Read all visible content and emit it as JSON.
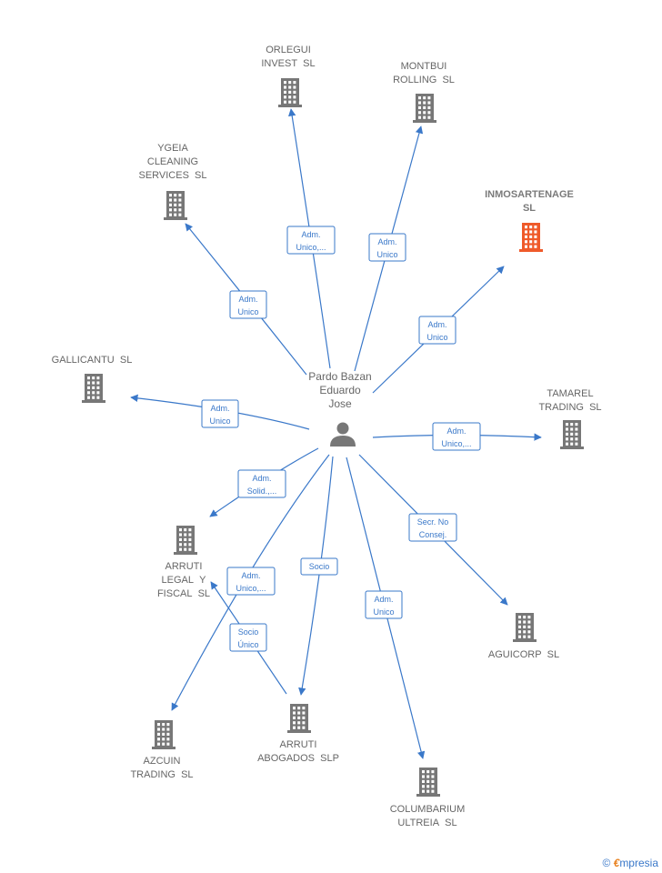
{
  "center": {
    "name_lines": [
      "Pardo Bazan",
      "Eduardo",
      "Jose"
    ]
  },
  "colors": {
    "edge": "#3a78c9",
    "building": "#777777",
    "highlight": "#ef5a2a"
  },
  "companies": [
    {
      "id": "orlegui",
      "lines": [
        "ORLEGUI",
        "INVEST SL"
      ],
      "highlight": false
    },
    {
      "id": "montbui",
      "lines": [
        "MONTBUI",
        "ROLLING SL"
      ],
      "highlight": false
    },
    {
      "id": "ygeia",
      "lines": [
        "YGEIA",
        "CLEANING",
        "SERVICES SL"
      ],
      "highlight": false
    },
    {
      "id": "inmosartenage",
      "lines": [
        "INMOSARTENAGE",
        "SL"
      ],
      "highlight": true
    },
    {
      "id": "gallicantu",
      "lines": [
        "GALLICANTU SL"
      ],
      "highlight": false
    },
    {
      "id": "tamarel",
      "lines": [
        "TAMAREL",
        "TRADING SL"
      ],
      "highlight": false
    },
    {
      "id": "arruti-legal",
      "lines": [
        "ARRUTI",
        "LEGAL Y",
        "FISCAL SL"
      ],
      "highlight": false
    },
    {
      "id": "aguicorp",
      "lines": [
        "AGUICORP SL"
      ],
      "highlight": false
    },
    {
      "id": "azcuin",
      "lines": [
        "AZCUIN",
        "TRADING SL"
      ],
      "highlight": false
    },
    {
      "id": "arruti-abogados",
      "lines": [
        "ARRUTI",
        "ABOGADOS SLP"
      ],
      "highlight": false
    },
    {
      "id": "columbarium",
      "lines": [
        "COLUMBARIUM",
        "ULTREIA SL"
      ],
      "highlight": false
    }
  ],
  "edges": [
    {
      "to": "orlegui",
      "label": [
        "Adm.",
        "Unico,..."
      ]
    },
    {
      "to": "montbui",
      "label": [
        "Adm.",
        "Unico"
      ]
    },
    {
      "to": "ygeia",
      "label": [
        "Adm.",
        "Unico"
      ]
    },
    {
      "to": "inmosartenage",
      "label": [
        "Adm.",
        "Unico"
      ]
    },
    {
      "to": "gallicantu",
      "label": [
        "Adm.",
        "Unico"
      ]
    },
    {
      "to": "tamarel",
      "label": [
        "Adm.",
        "Unico,..."
      ]
    },
    {
      "to": "arruti-legal",
      "label": [
        "Adm.",
        "Solid.,..."
      ]
    },
    {
      "to": "aguicorp",
      "label": [
        "Secr. No",
        "Consej."
      ]
    },
    {
      "to": "azcuin",
      "label": [
        "Adm.",
        "Unico,..."
      ]
    },
    {
      "to": "arruti-abogados",
      "label": [
        "Socio"
      ]
    },
    {
      "to": "columbarium",
      "label": [
        "Adm.",
        "Unico"
      ]
    },
    {
      "from": "arruti-abogados",
      "to": "arruti-legal",
      "label": [
        "Socio",
        "Único"
      ]
    }
  ],
  "brand": {
    "copyright": "©",
    "name_initial": "€",
    "name_rest": "mpresia"
  }
}
